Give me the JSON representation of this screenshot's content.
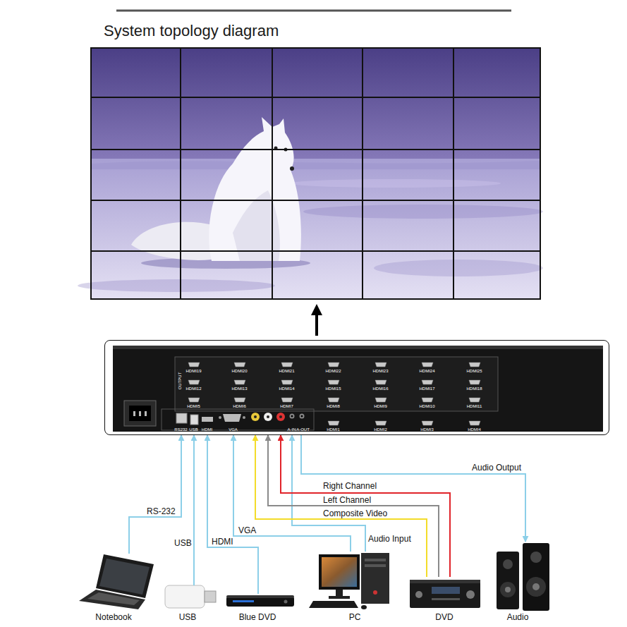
{
  "diagram": {
    "title": "System topology diagram",
    "nodes": [
      {
        "text": [
          "HDMI19",
          "HDMI20",
          "HDMI21",
          "HDMI22",
          "HDMI23",
          "HDMI24",
          "HDMI25",
          "HDMI12",
          "HDMI13",
          "HDMI14",
          "HDMI15",
          "HDMI16",
          "HDMI17",
          "HDMI18",
          "HDMI5",
          "HDMI6",
          "HDMI7",
          "HDMI8",
          "HDMI9",
          "HDMI10",
          "HDMI11",
          "HDMI1",
          "HDMI2",
          "HDMI3",
          "HDMI4",
          "OUTPUT",
          "RS232",
          "USB",
          "HDMI",
          "VGA",
          "A-IN",
          "A-OUT"
        ]
      },
      {
        "text": [
          "Notebook"
        ]
      },
      {
        "text": [
          "USB"
        ]
      },
      {
        "text": [
          "Blue DVD"
        ]
      },
      {
        "text": [
          "PC"
        ]
      },
      {
        "text": [
          "DVD"
        ]
      },
      {
        "text": [
          "Audio"
        ]
      }
    ],
    "edges": [
      {
        "from": 1,
        "to": 0,
        "label": "RS-232",
        "arrow": "to"
      },
      {
        "from": 2,
        "to": 0,
        "label": "USB",
        "arrow": "to"
      },
      {
        "from": 3,
        "to": 0,
        "label": "HDMI",
        "arrow": "to"
      },
      {
        "from": 4,
        "to": 0,
        "label": "VGA",
        "arrow": "to"
      },
      {
        "from": 4,
        "to": 0,
        "label": "Audio Input",
        "arrow": "to"
      },
      {
        "from": 5,
        "to": 0,
        "label": "Composite Video",
        "arrow": "to"
      },
      {
        "from": 5,
        "to": 0,
        "label": "Left Channel",
        "arrow": "to"
      },
      {
        "from": 5,
        "to": 0,
        "label": "Right Channel",
        "arrow": "to"
      },
      {
        "from": 0,
        "to": 6,
        "label": "Audio Output",
        "arrow": "to"
      }
    ]
  }
}
